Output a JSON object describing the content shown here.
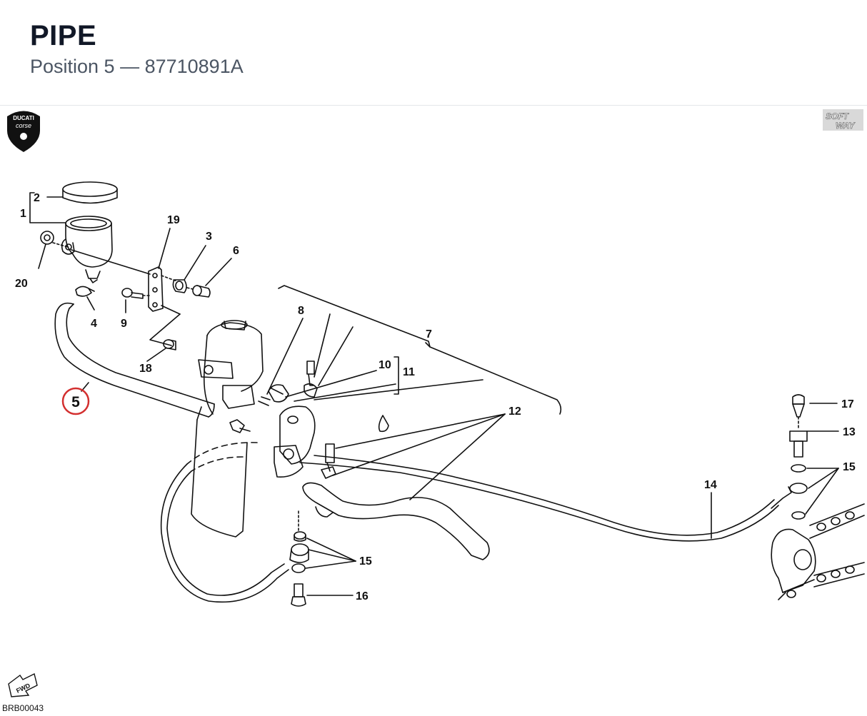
{
  "header": {
    "title": "PIPE",
    "subtitle": "Position 5 — 87710891A"
  },
  "logos": {
    "left": [
      "DUCATI",
      "corse"
    ],
    "right": [
      "SOFT",
      "WAY"
    ]
  },
  "diagram": {
    "highlight_label": "5",
    "highlight_color": "#d32f2f",
    "labels": {
      "l1": "1",
      "l2": "2",
      "l3": "3",
      "l4": "4",
      "l6": "6",
      "l7": "7",
      "l8": "8",
      "l9": "9",
      "l10": "10",
      "l11": "11",
      "l12": "12",
      "l13": "13",
      "l14": "14",
      "l15a": "15",
      "l15b": "15",
      "l16": "16",
      "l17": "17",
      "l18": "18",
      "l19": "19",
      "l20": "20"
    },
    "fwd_label": "FWD",
    "drawing_code": "BRB00043"
  }
}
